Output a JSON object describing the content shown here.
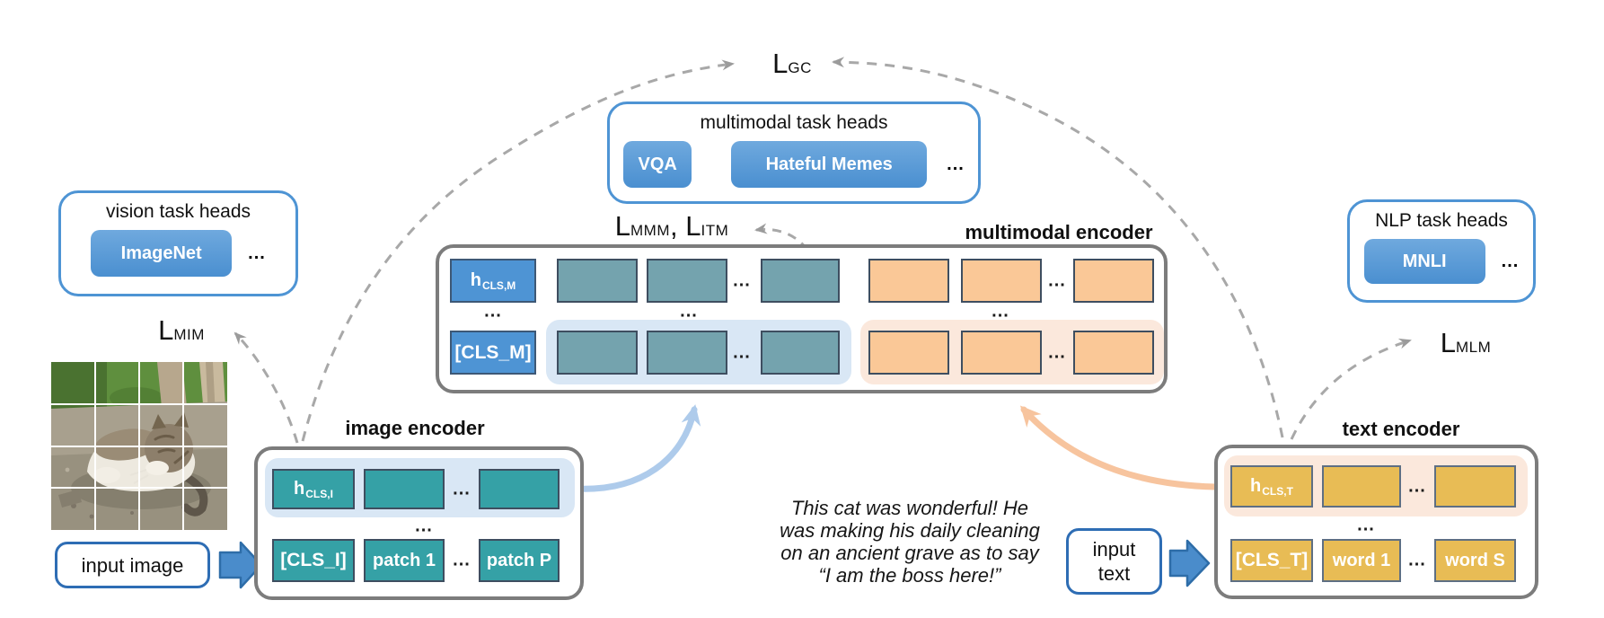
{
  "dots": "...",
  "losses": {
    "gc": {
      "base": "L",
      "sub": "GC"
    },
    "mmm": {
      "base": "L",
      "sub": "MMM"
    },
    "itm": {
      "base": "L",
      "sub": "ITM"
    },
    "separator": ", ",
    "mim": {
      "base": "L",
      "sub": "MIM"
    },
    "mlm": {
      "base": "L",
      "sub": "MLM"
    }
  },
  "task_heads": {
    "multimodal": {
      "title": "multimodal task heads",
      "buttons": [
        "VQA",
        "Hateful Memes"
      ],
      "more": "..."
    },
    "vision": {
      "title": "vision task heads",
      "buttons": [
        "ImageNet"
      ],
      "more": "..."
    },
    "nlp": {
      "title": "NLP task heads",
      "buttons": [
        "MNLI"
      ],
      "more": "..."
    }
  },
  "encoders": {
    "multimodal": {
      "title": "multimodal encoder",
      "h_base": "h",
      "h_sub": "CLS,M",
      "cls": "[CLS_M]"
    },
    "image": {
      "title": "image encoder",
      "h_base": "h",
      "h_sub": "CLS,I",
      "cls": "[CLS_I]",
      "patch_first": "patch 1",
      "patch_last": "patch P"
    },
    "text": {
      "title": "text encoder",
      "h_base": "h",
      "h_sub": "CLS,T",
      "cls": "[CLS_T]",
      "word_first": "word 1",
      "word_last": "word S"
    }
  },
  "inputs": {
    "image_label": "input image",
    "text_label_line1": "input",
    "text_label_line2": "text"
  },
  "caption": {
    "line1": "This cat was wonderful! He",
    "line2": "was making his daily cleaning",
    "line3": "on an ancient grave as to say",
    "line4": "“I am the boss here!”"
  },
  "colors": {
    "button_blue": "#4E94D4",
    "teal_bright": "#35A1A6",
    "teal_muted": "#74A3AE",
    "orange_block": "#FAC897",
    "yellow_block": "#E8BC55",
    "highlight_blue": "#D9E7F5",
    "highlight_peach": "#FBE8DC",
    "encoder_border_gray": "#7C7C7C",
    "taskbox_border_blue": "#4E94D4",
    "dashed_arrow_gray": "#A8A8A8",
    "flow_arrow_blue": "#AECBEB",
    "flow_arrow_orange": "#F7C49E",
    "input_arrow_blue": "#4A8CCB"
  }
}
